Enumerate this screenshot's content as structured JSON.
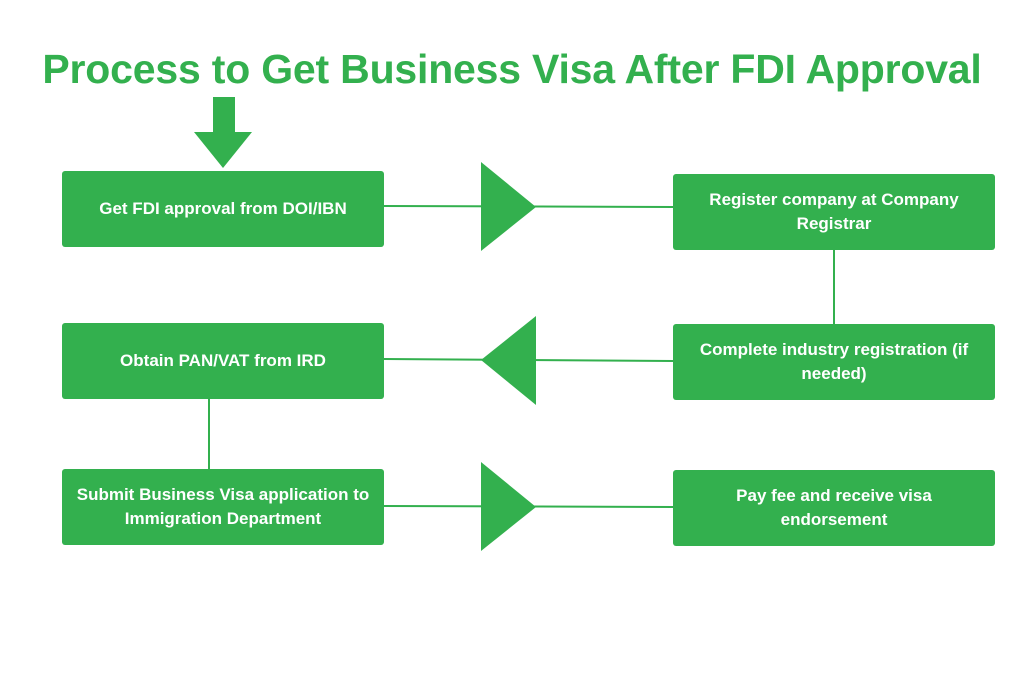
{
  "title": "Process to Get Business Visa After FDI Approval",
  "colors": {
    "accent": "#33b04e",
    "line": "#33b04e",
    "box_text": "#ffffff"
  },
  "steps": [
    {
      "id": "b1",
      "text": "Get FDI approval from DOI/IBN"
    },
    {
      "id": "b2",
      "text": "Register company at Company Registrar"
    },
    {
      "id": "b3",
      "text": "Complete industry registration (if needed)"
    },
    {
      "id": "b4",
      "text": "Obtain PAN/VAT from IRD"
    },
    {
      "id": "b5",
      "text": "Submit Business Visa application to Immigration Department"
    },
    {
      "id": "b6",
      "text": "Pay fee and receive visa endorsement"
    }
  ],
  "connections": [
    {
      "from": "b1",
      "to": "b2",
      "direction": "right"
    },
    {
      "from": "b2",
      "to": "b3",
      "direction": "down"
    },
    {
      "from": "b3",
      "to": "b4",
      "direction": "left"
    },
    {
      "from": "b4",
      "to": "b5",
      "direction": "down"
    },
    {
      "from": "b5",
      "to": "b6",
      "direction": "right"
    }
  ]
}
